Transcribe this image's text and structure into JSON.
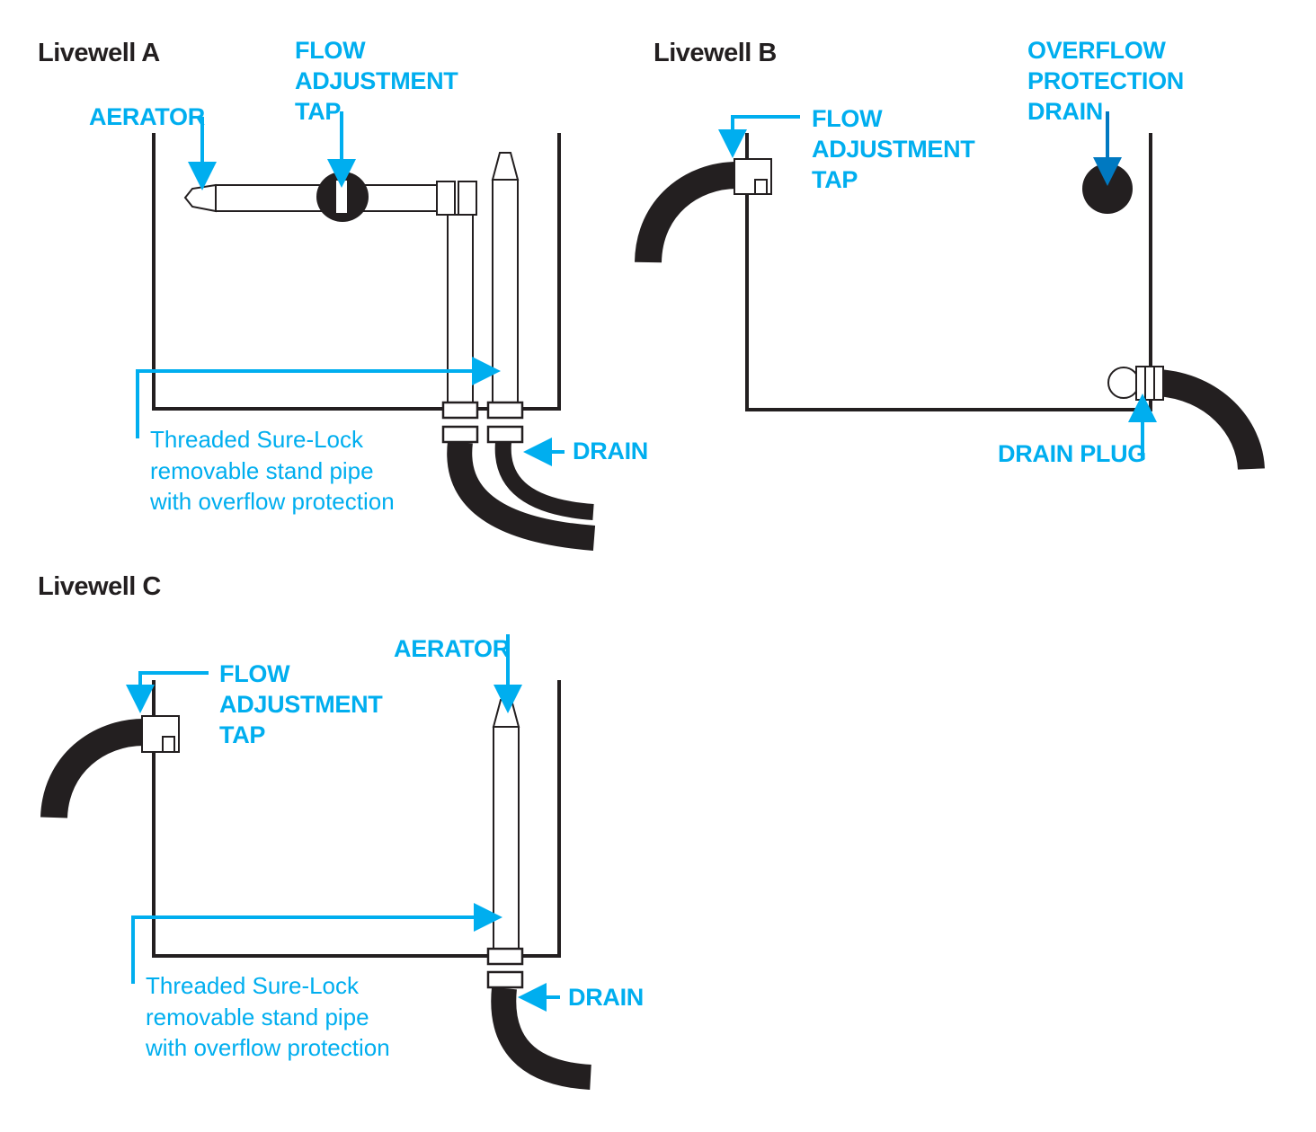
{
  "livewell_a": {
    "title": "Livewell A",
    "aerator": "AERATOR",
    "flow_tap": [
      "FLOW",
      "ADJUSTMENT",
      "TAP"
    ],
    "drain": "DRAIN",
    "stand_pipe_note": [
      "Threaded Sure-Lock",
      "removable stand pipe",
      "with overflow protection"
    ]
  },
  "livewell_b": {
    "title": "Livewell B",
    "flow_tap": [
      "FLOW",
      "ADJUSTMENT",
      "TAP"
    ],
    "overflow_drain": [
      "OVERFLOW",
      "PROTECTION",
      "DRAIN"
    ],
    "drain_plug": "DRAIN PLUG"
  },
  "livewell_c": {
    "title": "Livewell C",
    "flow_tap": [
      "FLOW",
      "ADJUSTMENT",
      "TAP"
    ],
    "aerator": "AERATOR",
    "drain": "DRAIN",
    "stand_pipe_note": [
      "Threaded Sure-Lock",
      "removable stand pipe",
      "with overflow protection"
    ]
  },
  "colors": {
    "callout": "#00aeef",
    "overflow_arrow": "#0079c1",
    "line": "#231f20",
    "hose": "#231f20"
  }
}
